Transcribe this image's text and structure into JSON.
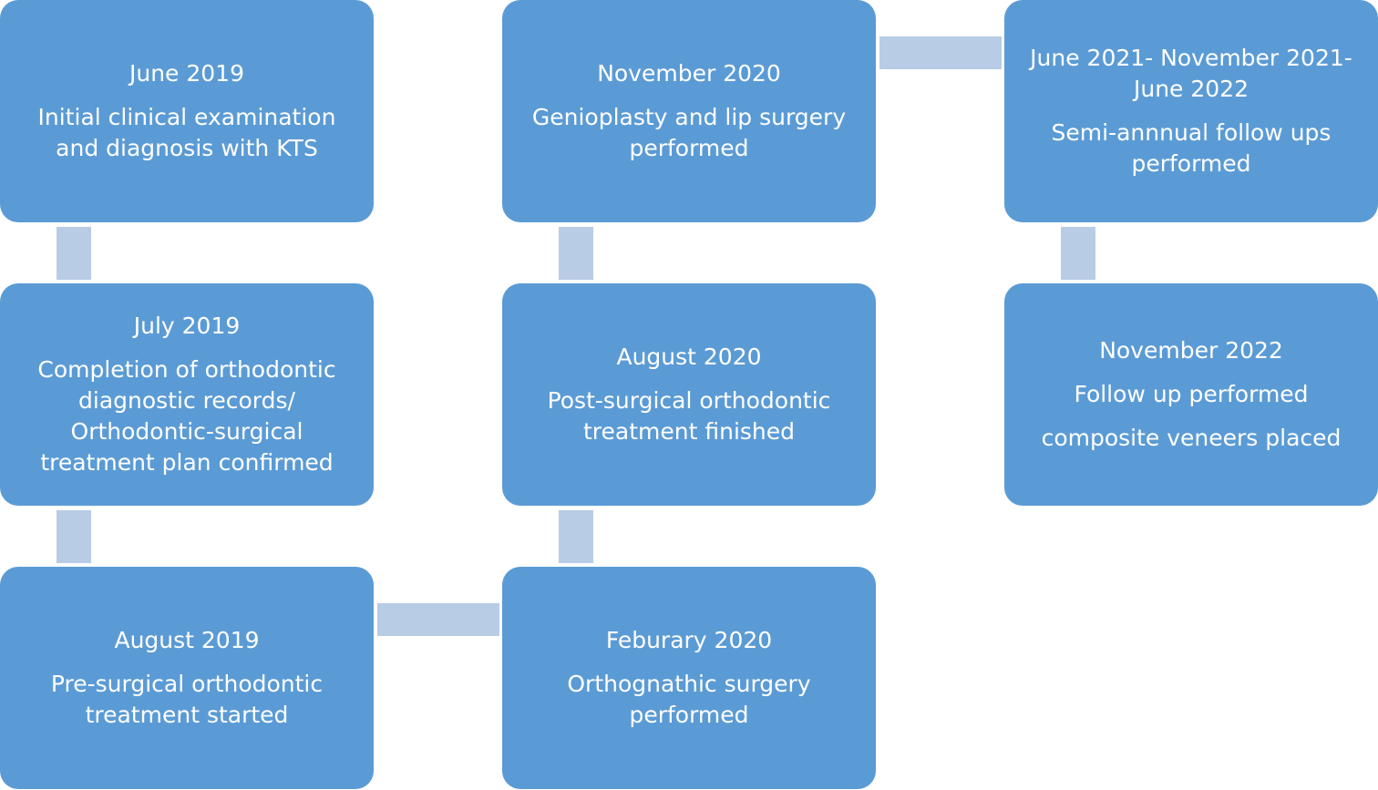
{
  "timeline": [
    {
      "id": "june-2019",
      "date": "June 2019",
      "lines": [
        "Initial clinical examination",
        "and diagnosis with KTS"
      ]
    },
    {
      "id": "july-2019",
      "date": "July 2019",
      "lines": [
        "Completion of orthodontic",
        "diagnostic records/",
        "Orthodontic-surgical",
        "treatment plan confirmed"
      ]
    },
    {
      "id": "august-2019",
      "date": "August 2019",
      "lines": [
        "Pre-surgical orthodontic",
        "treatment started"
      ]
    },
    {
      "id": "feburary-2020",
      "date": "Feburary 2020",
      "lines": [
        "Orthognathic surgery",
        "performed"
      ]
    },
    {
      "id": "august-2020",
      "date": "August 2020",
      "lines": [
        "Post-surgical orthodontic",
        "treatment finished"
      ]
    },
    {
      "id": "november-2020",
      "date": "November 2020",
      "lines": [
        "Genioplasty and lip surgery",
        "performed"
      ]
    },
    {
      "id": "june-2021-2022",
      "date_lines": [
        "June 2021- November 2021-",
        "June 2022"
      ],
      "lines": [
        "Semi-annnual follow ups",
        "performed"
      ]
    },
    {
      "id": "november-2022",
      "date": "November 2022",
      "lines": [
        "Follow up performed"
      ],
      "extra": "composite veneers placed"
    }
  ],
  "colors": {
    "box": "#5b9bd5",
    "connector": "#b8cce6",
    "text": "#ffffff"
  }
}
